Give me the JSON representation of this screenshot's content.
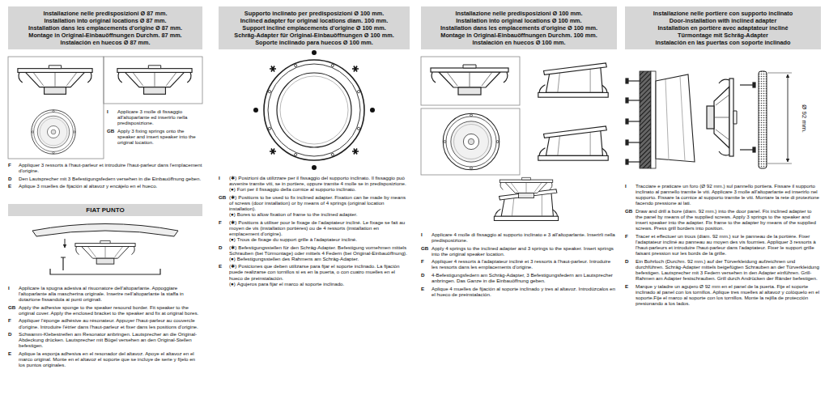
{
  "diagram": {
    "nodes": [
      {
        "text": [
          "Installazione nelle predisposizioni Ø 87 mm.",
          "Installation into original locations Ø 87 mm.",
          "Installation dans les emplacements d'origine Ø 87 mm.",
          "Montage in Original-Einbauöffnungen Durchm. 87 mm.",
          "Instalación en huecos Ø 87 mm."
        ]
      },
      {
        "text": [
          "Supporto inclinato per predisposizioni Ø 100 mm.",
          "Inclined adapter for original locations diam. 100 mm.",
          "Support incliné emplacements d'origine Ø 100 mm.",
          "Schräg-Adapter für Original-Einbauöffnungen Ø 100 mm.",
          "Soporte inclinado para huecos Ø 100 mm."
        ]
      },
      {
        "text": [
          "Installazione nelle predisposizioni Ø 100 mm.",
          "Installation into original locations Ø 100 mm.",
          "Installation dans les emplacements d'origine Ø 100 mm.",
          "Montage in Original-Einbauöffnungen Durchm. 100 mm.",
          "Instalación en huecos Ø 100 mm."
        ]
      },
      {
        "text": [
          "Installazione nelle portiere con supporto inclinato",
          "Door-installation with inclined adapter",
          "Installation en portière avec adaptateur incliné",
          "Türmontage mit Schräg-Adapter",
          "Instalación en las puertas con soporte inclinado"
        ]
      },
      {
        "text": [
          "FIAT PUNTO"
        ]
      }
    ],
    "labels": [
      "I",
      "Applicare 3 molle di fissaggio all'altoparlante ed inserirlo nella predisposizione.",
      "GB",
      "Apply 3 fixing springs onto the speaker and insert speaker into the original location.",
      "F",
      "Appliquer 3 ressorts à l'haut-parleur et introduire l'haut-parleur dans l'emplacement d'origine.",
      "D",
      "Den Lautsprecher mit 3 Befestigungsfedern versehen in die Einbauöffnung geben.",
      "E",
      "Aplique 3 muelles de fijación al altavoz y encájelo en el hueco.",
      "I",
      "Applicare la spugna adesiva al risuonatore dell'altoparlante. Appoggiare l'altoparlante alla mascherina originale. Inserire nell'altoparlante la staffa in dotazione fissandola ai punti originali.",
      "GB",
      "Apply the adhesive sponge to the speaker resound border. Fit speaker to the original cover. Apply the enclosed bracket to the speaker and fix at original bores.",
      "F",
      "Appliquer l'éponge adhésive au résonateur. Appuyer l'haut-parleur au couvercle d'origine. Introduire l'étrier dans l'haut-parleur et fixer dans les positions d'origine.",
      "D",
      "Schwamm-Klebestreifen am Resonator anbringen. Lautsprecher an die Original-Abdeckung drücken. Lautsprecher mit Bügel versehen an den Original-Stellen befestigen.",
      "E",
      "Aplique la esponja adhesiva en el resonador del altavoz. Apoye el altavoz en el marco original. Monte en el altavoz el soporte que se incluye de serie y fíjelo en los puntos originales.",
      "I",
      "(✱)",
      "Posizioni da utilizzare per il fissaggio del supporto inclinato. Il fissaggio può avvenire tramite viti, se in portiere, oppure tramite 4 molle se in predisposizione.",
      "(●)",
      "Fori per il fissaggio della cornice al supporto inclinato.",
      "GB",
      "(✱)",
      "Positions to be used to fix inclined adapter. Fixation can be made by means of screws (door installation) or by means of 4 springs (original location installation).",
      "(●)",
      "Bores to allow fixation of frame to the inclined adapter.",
      "F",
      "(✱)",
      "Positions à utiliser pour le fixage de l'adaptateur incliné. Le fixage se fait au moyen de vis (installation portières) ou de 4 ressorts (installation en emplacement d'origine).",
      "(●)",
      "Trous de fixage du support grille à l'adaptateur incliné.",
      "D",
      "(✱)",
      "Befestigungsstellen für den Schräg-Adapter. Befestigung vornehmen mittels Schrauben (bei Türmontage) oder mittels 4 Federn (bei Original-Einbauöffnung).",
      "(●)",
      "Befestigungsstellen des Rahmens am Schräg-Adapter.",
      "E",
      "(✱)",
      "Posiciones que deben utilizarse para fijar el soporte inclinado. La fijación puede realizarse con tornillos si es en la puerta, o con cuatro muelles en el hueco de preinstalación.",
      "(●)",
      "Agujeros para fijar el marco al soporte inclinado.",
      "I",
      "Applicare 4 molle di fissaggio al supporto inclinato e 3 all'altoparlante. Inserirli nella predisposizione.",
      "GB",
      "Apply 4 springs to the inclined adapter and 3 springs to the speaker. Insert springs into the original speaker location.",
      "F",
      "Appliquer 4 ressorts à l'adaptateur incliné et 3 ressorts à l'haut-parleur. Introduire les ressorts dans les emplacements d'origine.",
      "D",
      "4-Befestigungsfedern am Schräg-Adapter, 3 Befestigungsfedern am Lautsprecher anbringen. Das Ganze in die Einbauöffnung geben.",
      "E",
      "Aplique 4 muelles de fijación al soporte inclinado y tres al altavoz. Introdúzcalos en el hueco de preinstalación.",
      "Ø 92 mm.",
      "I",
      "Tracciare e praticare un foro (Ø 92 mm.) sul pannello portiera. Fissare il supporto inclinato al pannello tramite le viti. Applicare 3 molle all'altoparlante ed inserirlo nel supporto. Fissare la cornice al supporto tramite le viti. Montare la rete di protezione facendo pressione ai lati.",
      "GB",
      "Draw and drill a bore (diam. 92 mm.) into the door panel. Fix inclined adapter to the panel by means of the supplied screws. Apply 3 springs to the speaker and insert speaker into the adapter. Fix frame to the adapter by means of the supplied screws. Press grill borders into position.",
      "F",
      "Tracer et effectuer un trous (diam. 92 mm.) sur le panneau de la portière. Fixer l'adaptateur incliné au panneau au moyen des vis fournies. Appliquer 3 ressorts à l'haut-parleurs et introduire l'haut-parleur dans l'adaptateur. Fixer le support grille faisant pression sur les bords de la grille.",
      "D",
      "Ein Bohrloch (Durchm. 92 mm.) auf der Türverkleidung aufzeichnen und durchführen. Schräg-Adapter mittels beigefügten Schrauben an der Türverkleidung befestigen. Lautsprecher mit 3 Federn versehen in den Adapter einführen. Grill-Rahmen am Adapter festschrauben. Grill durch Andrücken der Ränder befestigen.",
      "E",
      "Marque y taladre un agujero Ø 92 mm en el panel de la puerta. Fije el soporte inclinado al panel con los tornillos. Aplique tres muelles al altavoz y colóquelo en el soporte.Fije el marco al soporte con los tornillos. Monte la rejilla de protección presionando a los lados."
    ]
  }
}
